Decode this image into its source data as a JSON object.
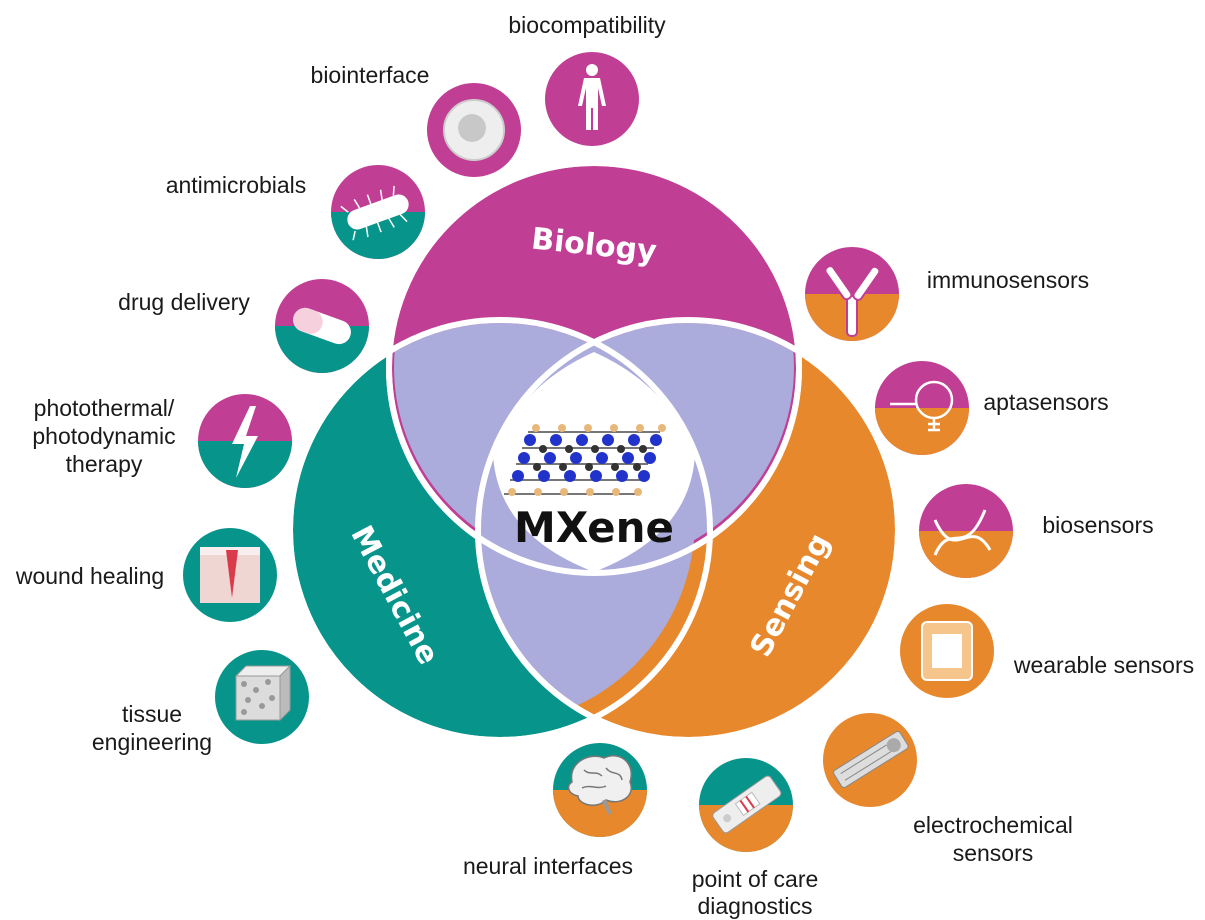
{
  "center": {
    "title": "MXene"
  },
  "sets": {
    "biology": {
      "label": "Biology",
      "color": "#c13e95"
    },
    "medicine": {
      "label": "Medicine",
      "color": "#07948a"
    },
    "sensing": {
      "label": "Sensing",
      "color": "#e8882c"
    },
    "overlap_color": "#ababdc"
  },
  "applications": {
    "biocompatibility": "biocompatibility",
    "biointerface": "biointerface",
    "antimicrobials": "antimicrobials",
    "drug_delivery": "drug delivery",
    "phototherapy_1": "photothermal/",
    "phototherapy_2": "photodynamic",
    "phototherapy_3": "therapy",
    "wound_healing": "wound healing",
    "tissue_1": "tissue",
    "tissue_2": "engineering",
    "immunosensors": "immunosensors",
    "aptasensors": "aptasensors",
    "biosensors": "biosensors",
    "wearable_sensors": "wearable sensors",
    "electro_1": "electrochemical",
    "electro_2": "sensors",
    "poc_1": "point of care",
    "poc_2": "diagnostics",
    "neural_interfaces": "neural interfaces"
  }
}
